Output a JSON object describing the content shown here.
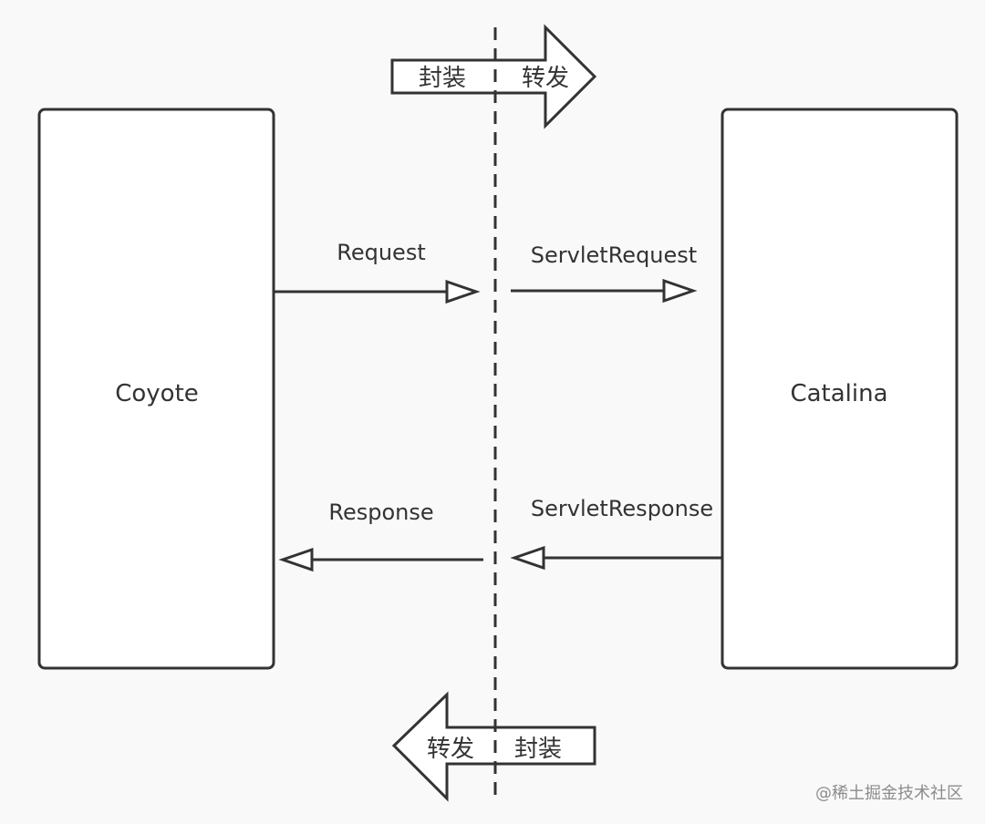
{
  "diagram": {
    "left_box": {
      "label": "Coyote"
    },
    "right_box": {
      "label": "Catalina"
    },
    "messages": {
      "request": "Request",
      "servlet_request": "ServletRequest",
      "response": "Response",
      "servlet_response": "ServletResponse"
    },
    "top_block_arrow": {
      "left_text": "封装",
      "right_text": "转发"
    },
    "bottom_block_arrow": {
      "left_text": "转发",
      "right_text": "封装"
    },
    "watermark": "@稀土掘金技术社区"
  },
  "colors": {
    "background": "#f9f9f9",
    "stroke": "#333333",
    "box_fill": "#ffffff",
    "watermark": "#8c8c8c"
  }
}
